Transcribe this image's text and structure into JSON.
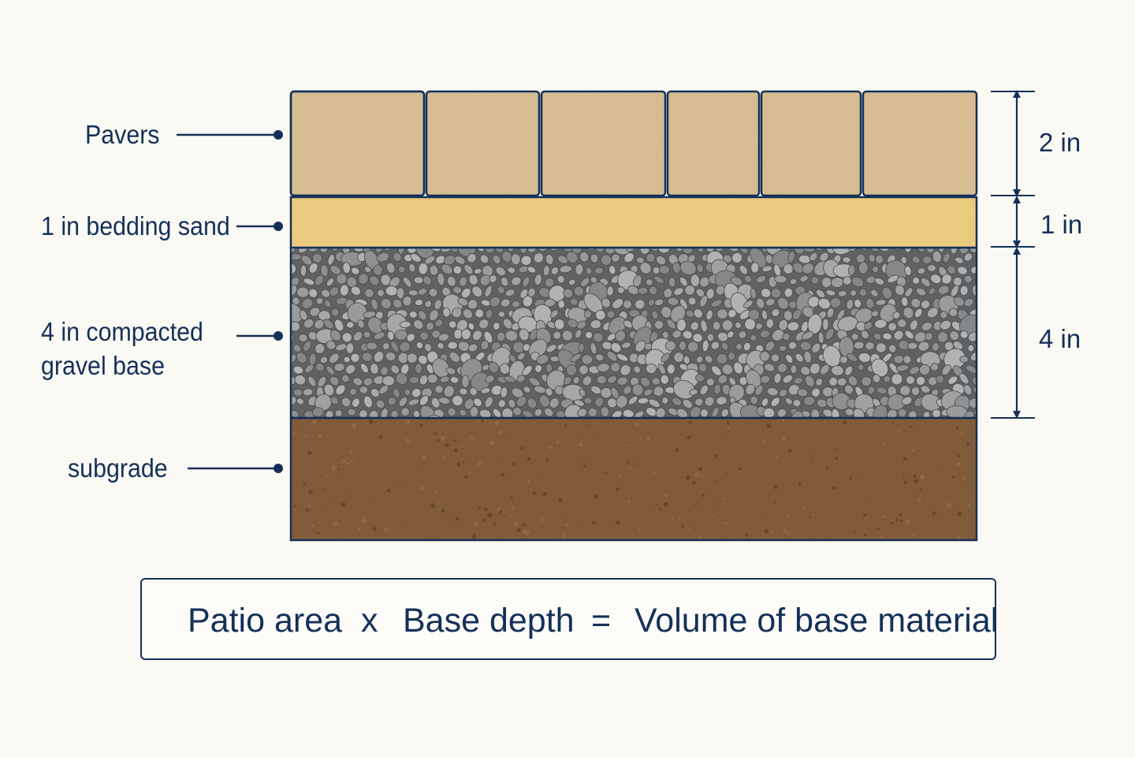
{
  "layers": {
    "pavers": {
      "label": "Pavers",
      "thickness": "2 in"
    },
    "sand": {
      "label": "1 in bedding sand",
      "thickness": "1 in"
    },
    "gravel": {
      "label_line1": "4 in compacted",
      "label_line2": "gravel base",
      "thickness": "4 in"
    },
    "subgrade": {
      "label": "subgrade"
    }
  },
  "formula": {
    "term1": "Patio area",
    "times": "x",
    "term2": "Base depth",
    "equals": "=",
    "result": "Volume of base material"
  },
  "colors": {
    "ink": "#14305a",
    "paver": "#d9bd92",
    "sand": "#f0cf82",
    "gravel": "#8a8b8c",
    "subgrade": "#7c5434",
    "background": "#fbf9f3"
  }
}
